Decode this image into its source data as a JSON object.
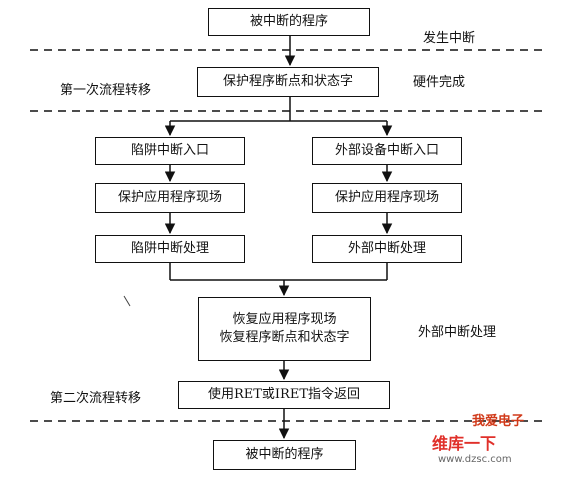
{
  "boxes": {
    "interrupted_program_top": "被中断的程序",
    "save_breakpoint_psw": "保护程序断点和状态字",
    "trap_entry": "陷阱中断入口",
    "external_entry": "外部设备中断入口",
    "trap_save_scene": "保护应用程序现场",
    "external_save_scene": "保护应用程序现场",
    "trap_handling": "陷阱中断处理",
    "external_handling": "外部中断处理",
    "restore_scene": "恢复应用程序现场",
    "restore_breakpoint_psw": "恢复程序断点和状态字",
    "return_instruction": "使用RET或IRET指令返回",
    "interrupted_program_bottom": "被中断的程序"
  },
  "labels": {
    "interrupt_occurs": "发生中断",
    "first_transfer": "第一次流程转移",
    "hardware_done": "硬件完成",
    "external_interrupt_handling": "外部中断处理",
    "second_transfer": "第二次流程转移"
  },
  "watermark": {
    "top": "我爱电子",
    "main": "维库一下",
    "url": "www.dzsc.com"
  },
  "colors": {
    "line": "#111111",
    "watermark": "#e0302a"
  }
}
